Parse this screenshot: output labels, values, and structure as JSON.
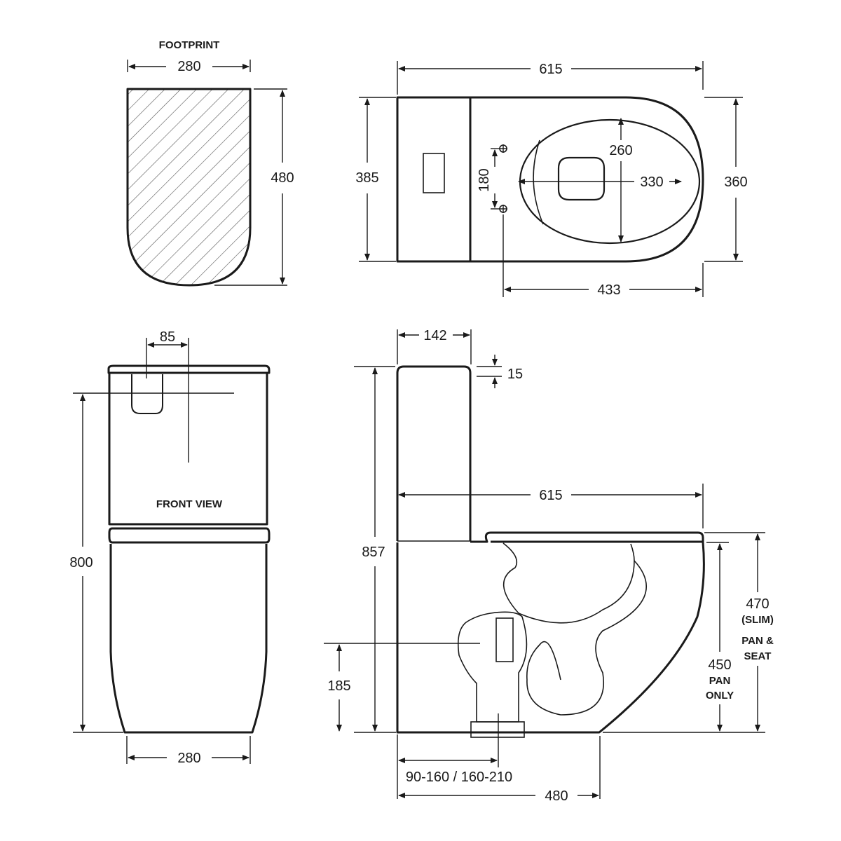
{
  "views": {
    "footprint": {
      "label": "FOOTPRINT",
      "width": "280",
      "depth": "480"
    },
    "top": {
      "overall_length": "615",
      "tank_depth": "385",
      "bowl_width": "360",
      "seat_opening_length": "260",
      "seat_opening_width": "330",
      "bolt_spacing": "180",
      "bolt_to_front": "433"
    },
    "front": {
      "label": "FRONT VIEW",
      "button_offset": "85",
      "total_height": "800",
      "base_width": "280"
    },
    "side": {
      "tank_width": "142",
      "lid_thickness": "15",
      "overall_length": "615",
      "total_height": "857",
      "waste_height": "185",
      "setout": "90-160 / 160-210",
      "base_depth": "480",
      "pan_seat_height": "470",
      "slim_note": "(SLIM)",
      "pan_seat_label_1": "PAN &",
      "pan_seat_label_2": "SEAT",
      "pan_height": "450",
      "pan_only_label_1": "PAN",
      "pan_only_label_2": "ONLY"
    }
  }
}
